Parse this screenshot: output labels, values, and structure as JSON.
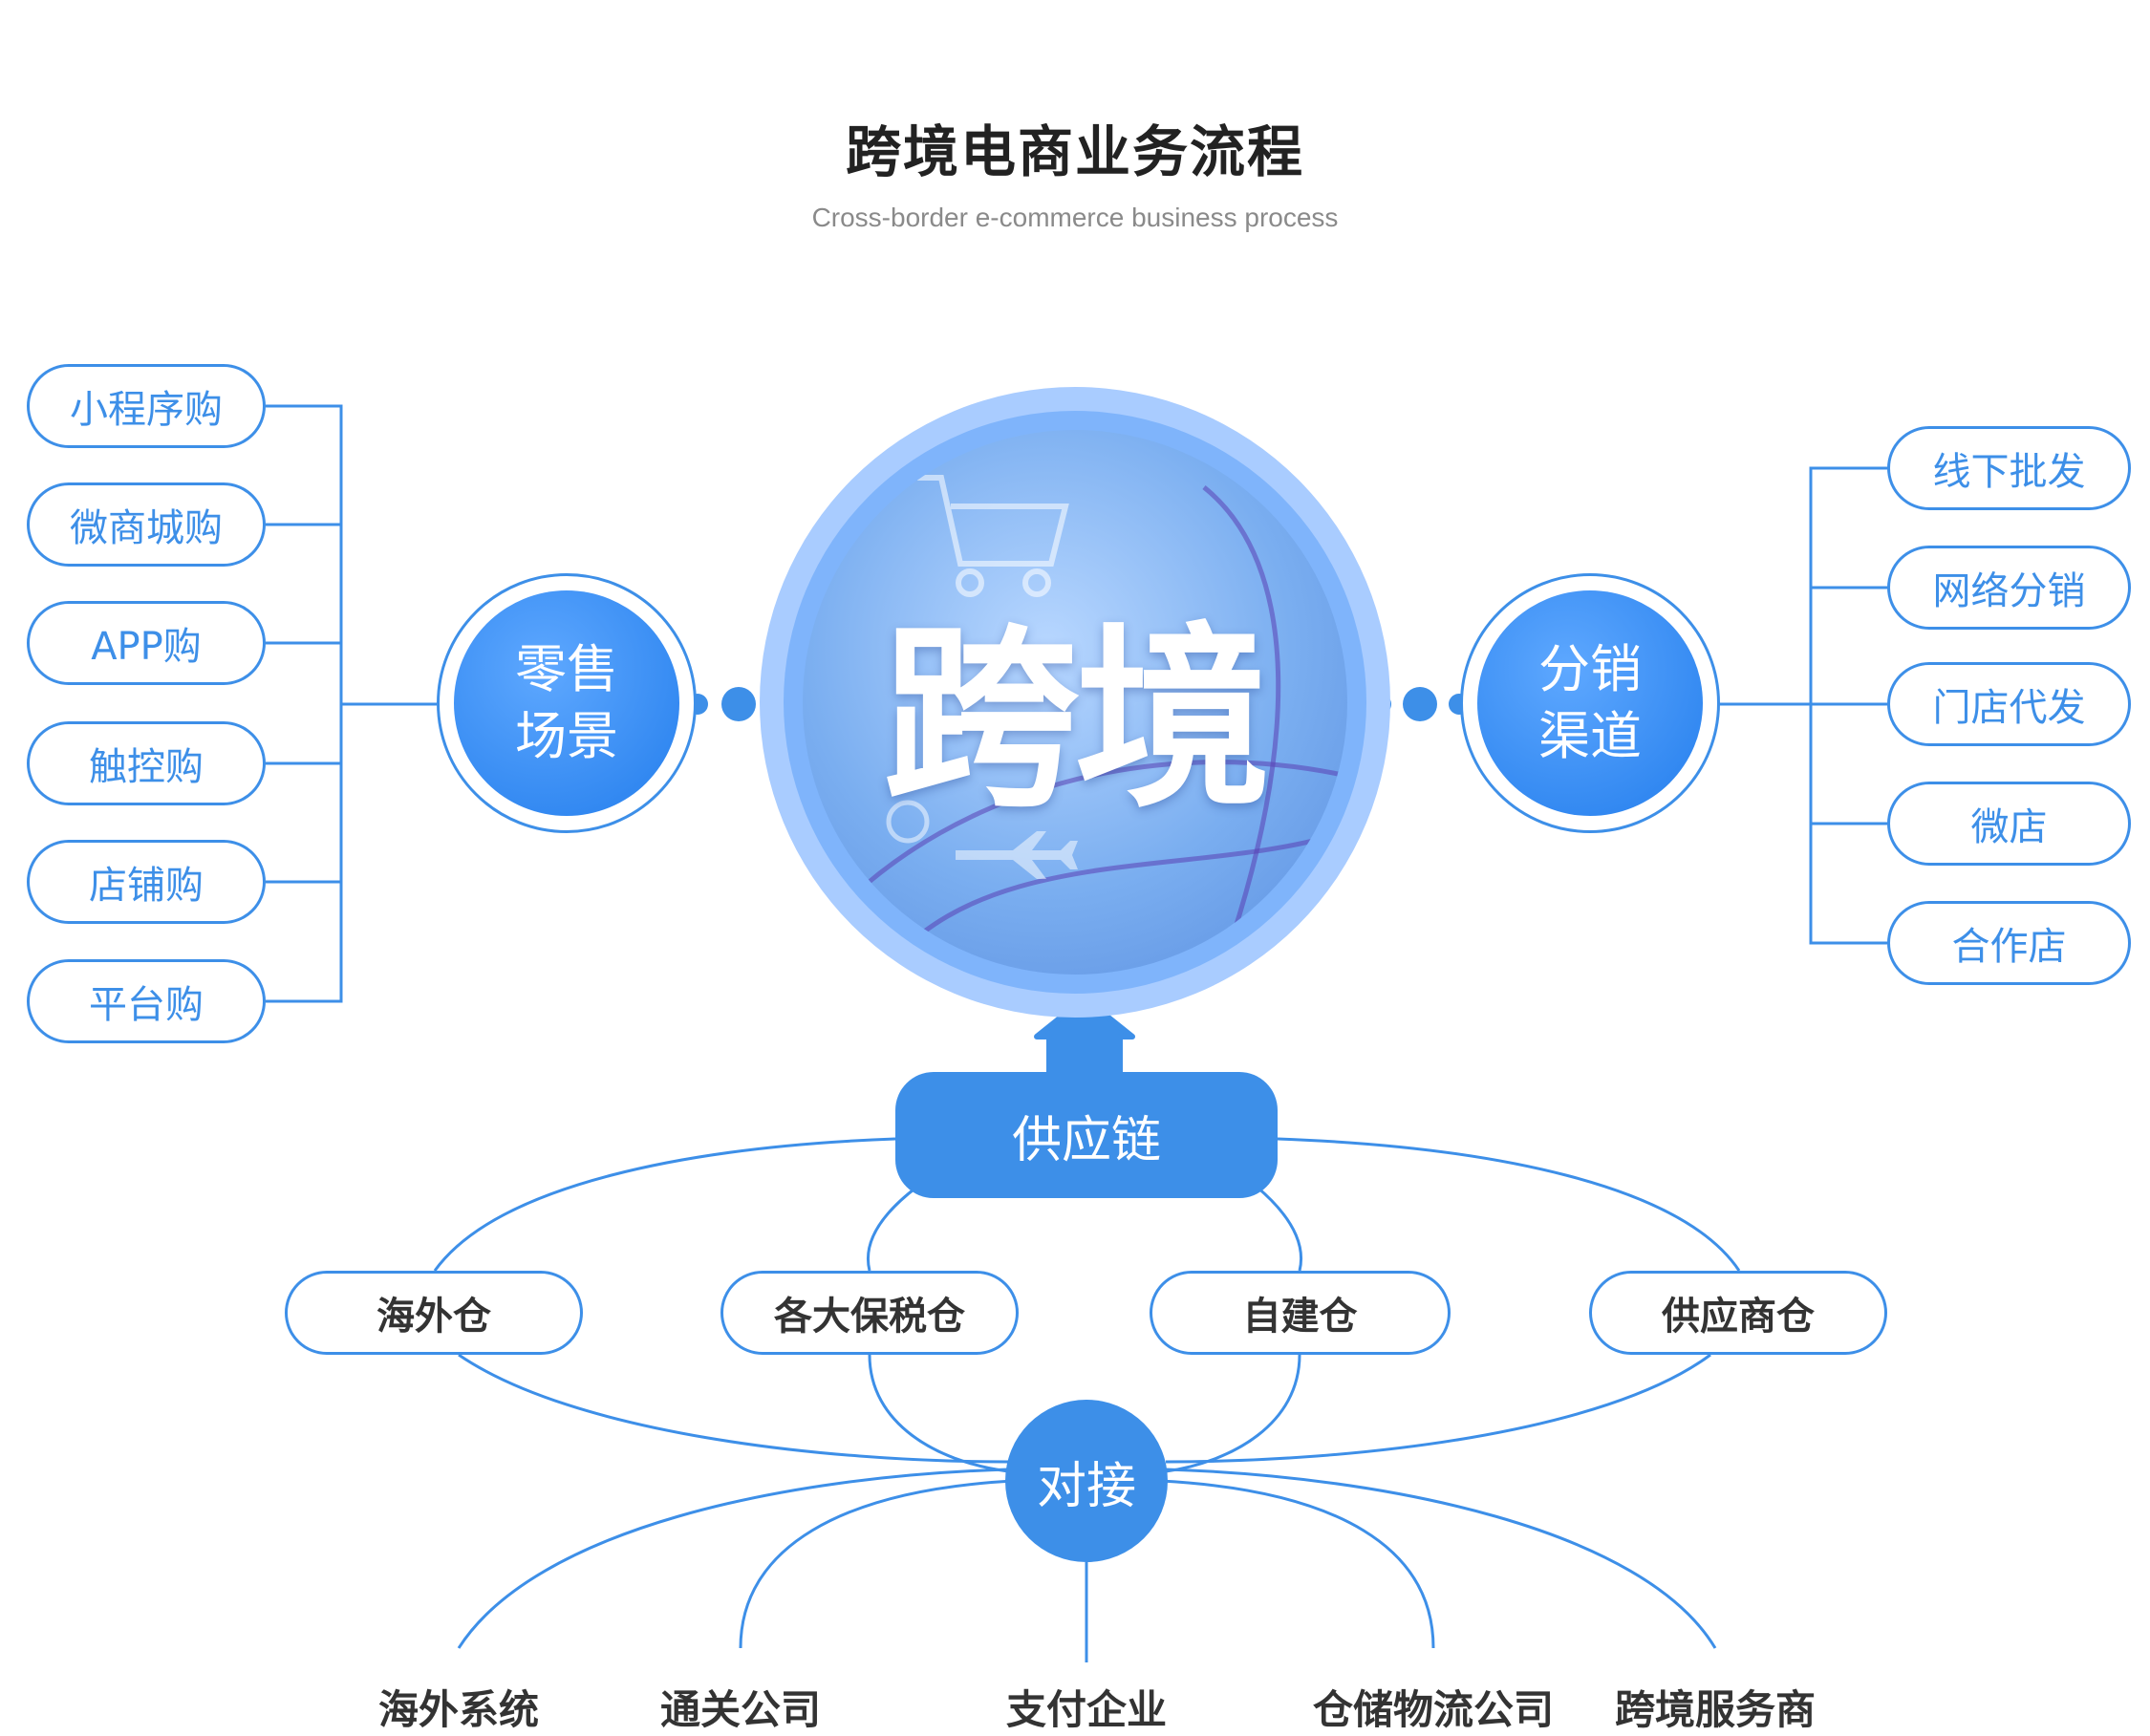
{
  "header": {
    "title": "跨境电商业务流程",
    "subtitle": "Cross-border e-commerce business process"
  },
  "center": {
    "label": "跨境"
  },
  "retail": {
    "hub_line1": "零售",
    "hub_line2": "场景",
    "items": [
      "小程序购",
      "微商城购",
      "APP购",
      "触控购",
      "店铺购",
      "平台购"
    ]
  },
  "distribution": {
    "hub_line1": "分销",
    "hub_line2": "渠道",
    "items": [
      "线下批发",
      "网络分销",
      "门店代发",
      "微店",
      "合作店"
    ]
  },
  "supply_chain": {
    "label": "供应链",
    "warehouses": [
      "海外仓",
      "各大保税仓",
      "自建仓",
      "供应商仓"
    ]
  },
  "docking": {
    "label": "对接",
    "partners": [
      "海外系统",
      "通关公司",
      "支付企业",
      "仓储物流公司",
      "跨境服务商"
    ]
  },
  "colors": {
    "accent": "#3d8fe8",
    "light_ring": "#a9ccff"
  }
}
